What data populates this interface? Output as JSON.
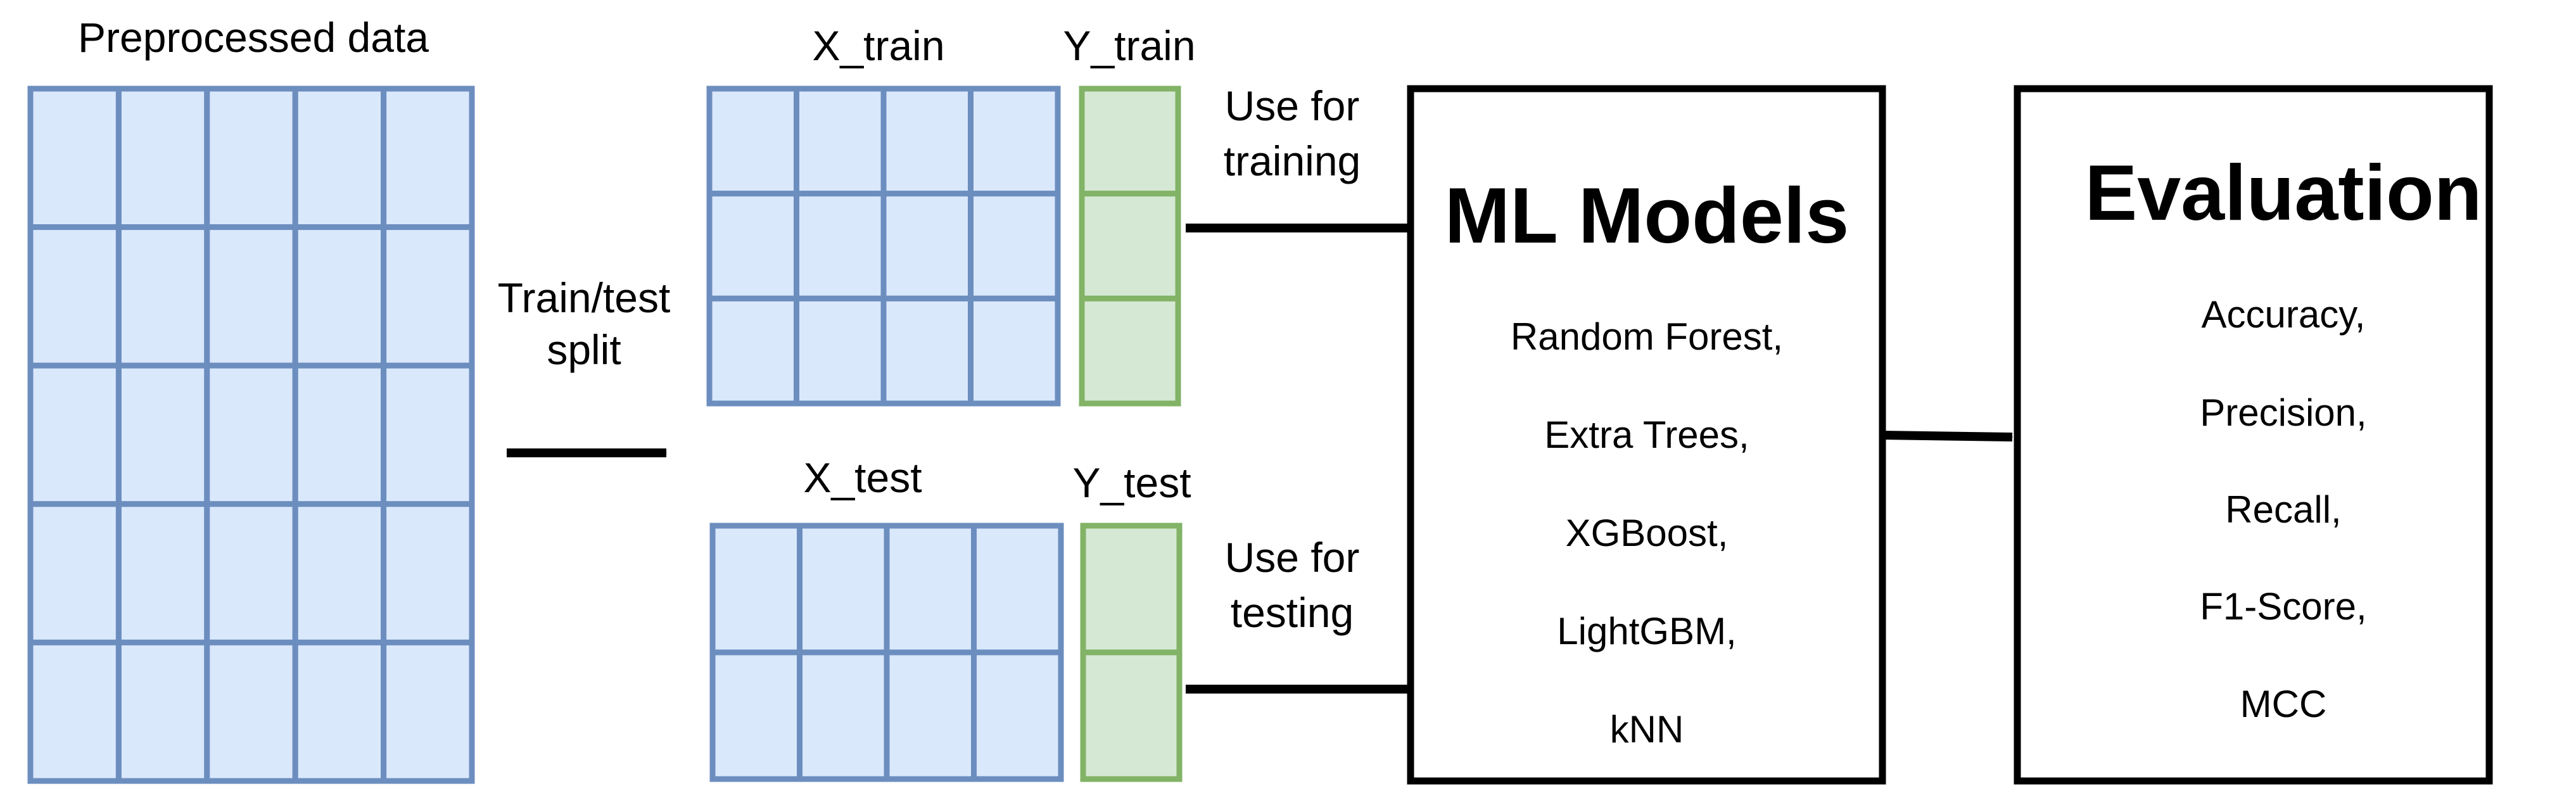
{
  "labels": {
    "preprocessed": "Preprocessed data",
    "x_train": "X_train",
    "y_train": "Y_train",
    "x_test": "X_test",
    "y_test": "Y_test",
    "split_line1": "Train/test",
    "split_line2": "split",
    "training_line1": "Use for",
    "training_line2": "training",
    "testing_line1": "Use for",
    "testing_line2": "testing"
  },
  "ml_models": {
    "title": "ML Models",
    "items": [
      "Random Forest,",
      "Extra Trees,",
      "XGBoost,",
      "LightGBM,",
      "kNN"
    ]
  },
  "evaluation": {
    "title": "Evaluation",
    "items": [
      "Accuracy,",
      "Precision,",
      "Recall,",
      "F1-Score,",
      "MCC"
    ]
  },
  "colors": {
    "feature_fill": "#dae8fc",
    "feature_stroke": "#6c8ebf",
    "target_fill": "#d5e8d4",
    "target_stroke": "#82b366",
    "ink": "#000000"
  },
  "grids": {
    "preprocessed": {
      "rows": 5,
      "cols": 5
    },
    "x_train": {
      "rows": 3,
      "cols": 4
    },
    "y_train": {
      "rows": 3,
      "cols": 1
    },
    "x_test": {
      "rows": 2,
      "cols": 4
    },
    "y_test": {
      "rows": 2,
      "cols": 1
    }
  }
}
